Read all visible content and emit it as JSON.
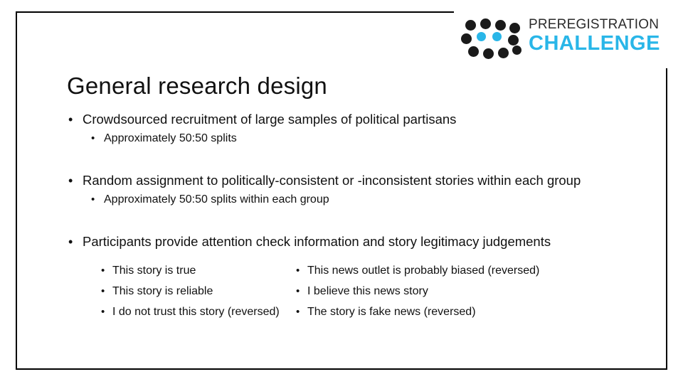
{
  "logo": {
    "line1": "PREREGISTRATION",
    "line2": "CHALLENGE",
    "accent_color": "#29b6e8",
    "dark_color": "#1a1a1a",
    "text_color": "#2b2b2b"
  },
  "slide": {
    "title": "General research design",
    "bullets": [
      {
        "level1": "Crowdsourced recruitment of large samples of political partisans",
        "level2": "Approximately 50:50 splits"
      },
      {
        "level1": "Random assignment to politically-consistent or -inconsistent stories within each group",
        "level2": "Approximately 50:50 splits within each group"
      },
      {
        "level1": "Participants provide attention check information and story legitimacy judgements",
        "level2": null
      }
    ],
    "items_left": [
      "This story is true",
      "This story is reliable",
      "I do not trust this story (reversed)"
    ],
    "items_right": [
      "This news outlet is probably biased (reversed)",
      "I believe this news story",
      "The story is fake news (reversed)"
    ]
  }
}
